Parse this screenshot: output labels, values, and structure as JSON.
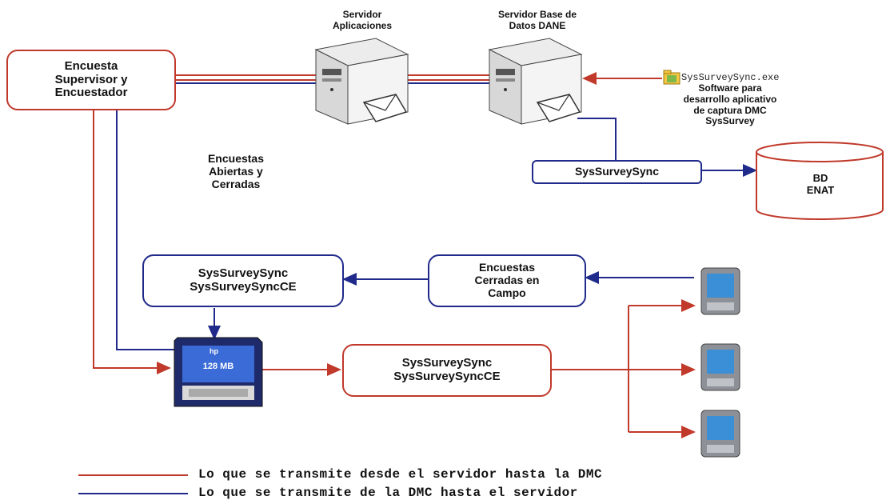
{
  "servers": {
    "app": {
      "label": "Servidor\nAplicaciones"
    },
    "db": {
      "label": "Servidor Base de\nDatos DANE"
    }
  },
  "boxes": {
    "encuesta_sup": "Encuesta\nSupervisor y\nEncuestador",
    "sync_top": "SysSurveySync",
    "bd_enat": "BD\nENAT",
    "sync_ce_left": "SysSurveySync\nSysSurveySyncCE",
    "cerradas_campo": "Encuestas\nCerradas en\nCampo",
    "sync_ce_mid": "SysSurveySync\nSysSurveySyncCE"
  },
  "labels": {
    "encuestas_abiertas": "Encuestas\nAbiertas y\nCerradas",
    "exe_file": "SysSurveySync.exe",
    "software_note": "Software para\ndesarrollo aplicativo\nde captura DMC\nSysSurvey"
  },
  "sd_card": {
    "brand": "hp",
    "capacity": "128 MB"
  },
  "legend": {
    "red_text": "Lo que se transmite desde el servidor hasta la DMC",
    "blue_text": "Lo que se transmite de la DMC hasta el servidor"
  },
  "colors": {
    "red": "#c0392b",
    "blue": "#1f2a8a"
  }
}
